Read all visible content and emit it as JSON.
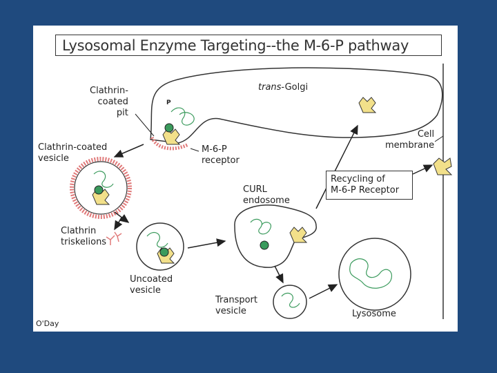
{
  "title": "Lysosomal Enzyme Targeting--the M-6-P pathway",
  "labels": {
    "clathrin_coated_pit": "Clathrin-\ncoated\npit",
    "trans_golgi_italic": "trans",
    "trans_golgi_rest": "-Golgi",
    "m6p_receptor": "M-6-P\nreceptor",
    "clathrin_coated_vesicle": "Clathrin-coated\nvesicle",
    "cell_membrane": "Cell\nmembrane",
    "recycling": "Recycling of\nM-6-P Receptor",
    "curl_endosome": "CURL\nendosome",
    "clathrin_triskelions": "Clathrin\ntriskelions",
    "uncoated_vesicle": "Uncoated\nvesicle",
    "transport_vesicle": "Transport\nvesicle",
    "lysosome": "Lysosome",
    "credit": "O'Day",
    "phosphate_mark": "P"
  },
  "colors": {
    "background": "#1f4a7e",
    "panel": "#ffffff",
    "receptor": "#f2e08a",
    "enzyme": "#3a9a5c",
    "clathrin": "#e07a7a",
    "ink": "#222222"
  },
  "icons": [
    "arrow-icon",
    "receptor-icon",
    "enzyme-icon",
    "triskelion-icon"
  ]
}
